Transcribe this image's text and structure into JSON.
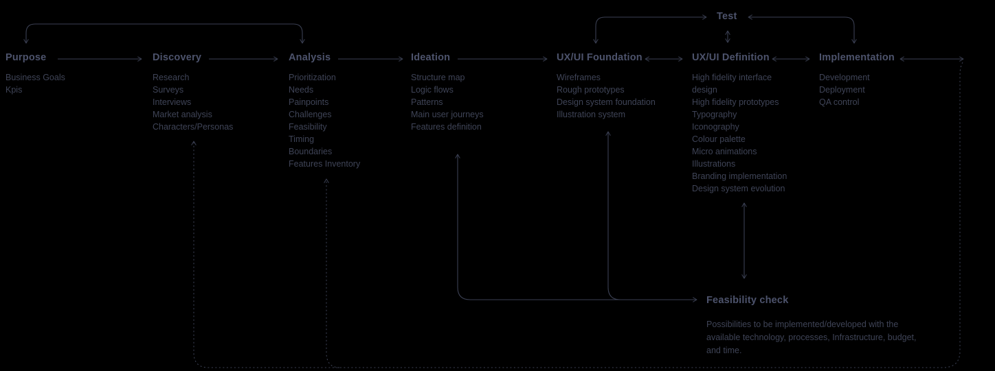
{
  "colors": {
    "background": "#000000",
    "heading": "#4d536c",
    "body_text": "#3f4457",
    "line": "#3b4053"
  },
  "test_label": "Test",
  "stages": [
    {
      "label": "Purpose",
      "items": [
        "Business Goals",
        "Kpis"
      ]
    },
    {
      "label": "Discovery",
      "items": [
        "Research",
        "Surveys",
        "Interviews",
        "Market analysis",
        "Characters/Personas"
      ]
    },
    {
      "label": "Analysis",
      "items": [
        "Prioritization",
        "Needs",
        "Painpoints",
        "Challenges",
        "Feasibility",
        "Timing",
        "Boundaries",
        "Features Inventory"
      ]
    },
    {
      "label": "Ideation",
      "items": [
        "Structure map",
        "Logic flows",
        "Patterns",
        "Main user journeys",
        "Features definition"
      ]
    },
    {
      "label": "UX/UI Foundation",
      "items": [
        "Wireframes",
        "Rough prototypes",
        "Design system foundation",
        "Illustration system"
      ]
    },
    {
      "label": "UX/UI Definition",
      "items": [
        "High fidelity interface design",
        "High fidelity prototypes",
        "Typography",
        "Iconography",
        "Colour palette",
        "Micro animations",
        "Illustrations",
        "Branding implementation",
        "Design system evolution"
      ]
    },
    {
      "label": "Implementation",
      "items": [
        "Development",
        "Deployment",
        "QA control"
      ]
    }
  ],
  "feasibility": {
    "title": "Feasibility check",
    "description": "Possibilities to be implemented/developed with the available technology, processes, Infrastructure, budget, and time."
  },
  "connections": [
    "Purpose → Discovery",
    "Discovery → Analysis",
    "Analysis → Ideation",
    "Ideation → UX/UI Foundation",
    "UX/UI Foundation ↔ UX/UI Definition",
    "UX/UI Definition ↔ Implementation",
    "Purpose ↔ Analysis (top loop)",
    "Test ↔ UX/UI Foundation",
    "Test ↔ UX/UI Definition",
    "Test ↔ Implementation",
    "Ideation → Feasibility check",
    "UX/UI Foundation → Feasibility check",
    "UX/UI Definition ↔ Feasibility check",
    "Implementation ⇢ Discovery (dotted loop)",
    "Implementation ⇢ Analysis (dotted loop)"
  ]
}
